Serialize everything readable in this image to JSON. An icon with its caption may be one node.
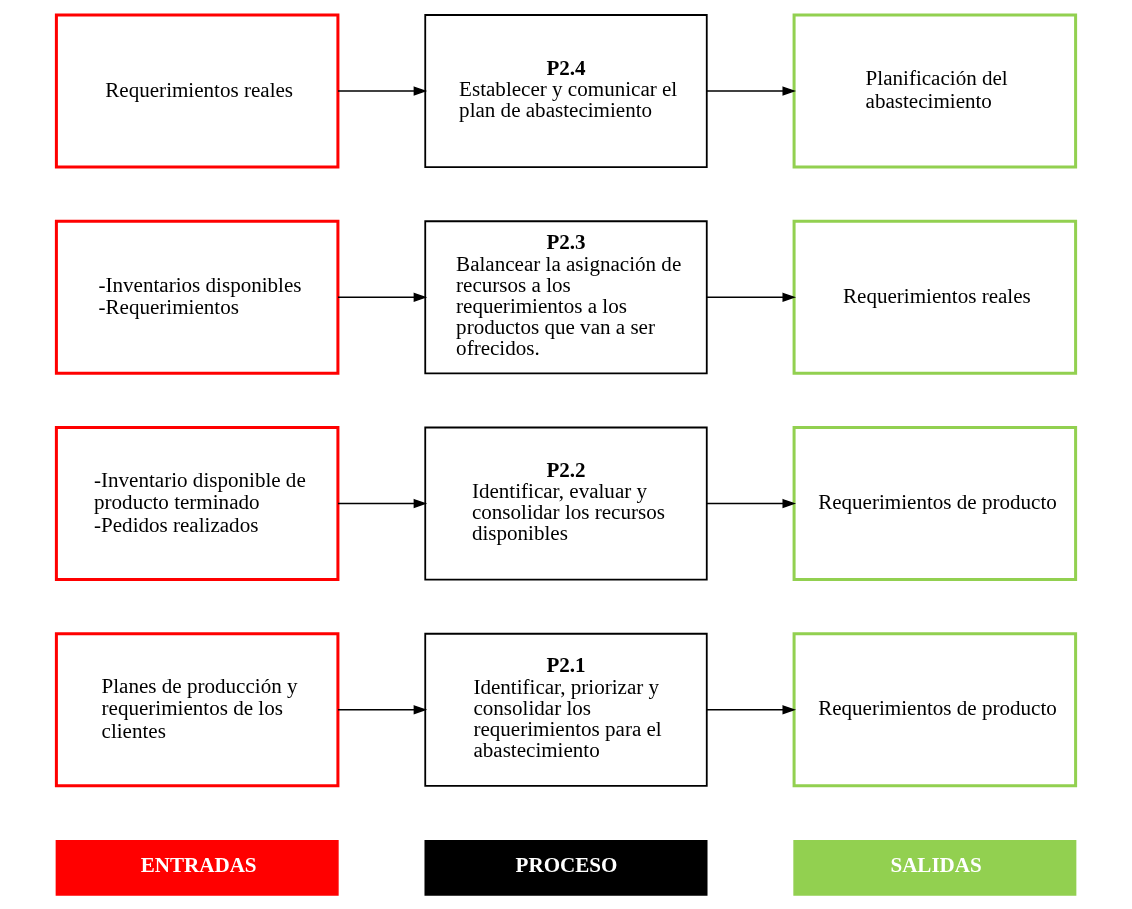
{
  "diagram": {
    "nodes": [
      {
        "text": [
          "ENTRADAS"
        ]
      },
      {
        "text": [
          "PROCESO"
        ]
      },
      {
        "text": [
          "SALIDAS"
        ]
      },
      {
        "text": [
          "Planes de producción y requerimientos de los clientes"
        ]
      },
      {
        "text": [
          "P2.1",
          "Identificar, priorizar y consolidar los requerimientos para el abastecimiento"
        ]
      },
      {
        "text": [
          "Requerimientos de producto"
        ]
      },
      {
        "text": [
          "-Inventario disponible de producto terminado -Pedidos realizados"
        ]
      },
      {
        "text": [
          "P2.2",
          "Identificar, evaluar y consolidar los recursos disponibles"
        ]
      },
      {
        "text": [
          "Requerimientos de producto"
        ]
      },
      {
        "text": [
          "-Inventarios disponibles -Requerimientos"
        ]
      },
      {
        "text": [
          "P2.3",
          "Balancear la asignación de recursos a los requerimientos a los productos que van a ser ofrecidos."
        ]
      },
      {
        "text": [
          "Requerimientos reales"
        ]
      },
      {
        "text": [
          "Requerimientos reales"
        ]
      },
      {
        "text": [
          "P2.4",
          "Establecer y comunicar el plan de abastecimiento"
        ]
      },
      {
        "text": [
          "Planificación del abastecimiento"
        ]
      }
    ],
    "edges": [
      {
        "from": 3,
        "to": 4,
        "arrow": "to"
      },
      {
        "from": 4,
        "to": 5,
        "arrow": "to"
      },
      {
        "from": 6,
        "to": 7,
        "arrow": "to"
      },
      {
        "from": 7,
        "to": 8,
        "arrow": "to"
      },
      {
        "from": 9,
        "to": 10,
        "arrow": "to"
      },
      {
        "from": 10,
        "to": 11,
        "arrow": "to"
      },
      {
        "from": 12,
        "to": 13,
        "arrow": "to"
      },
      {
        "from": 13,
        "to": 14,
        "arrow": "to"
      }
    ]
  }
}
